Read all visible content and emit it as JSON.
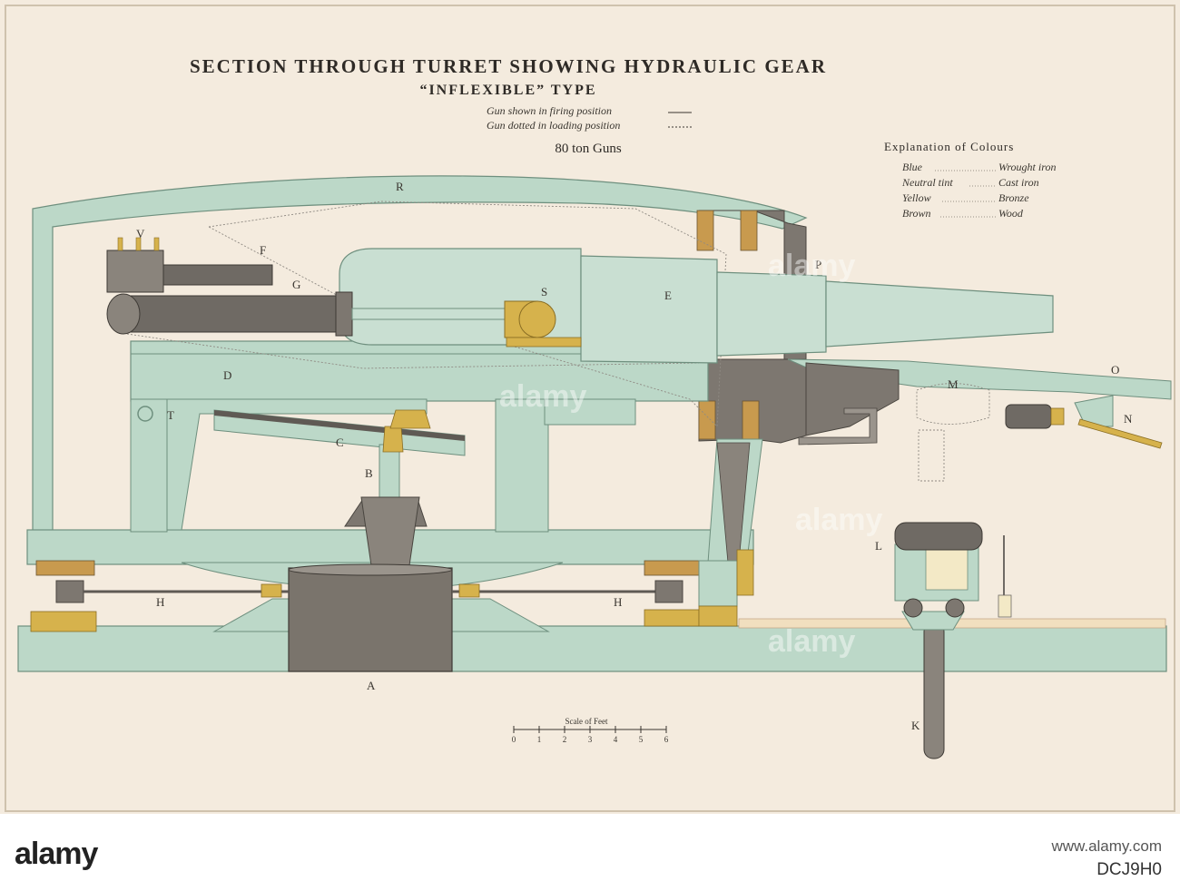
{
  "title": "SECTION THROUGH TURRET SHOWING HYDRAULIC GEAR",
  "subtitle": "“INFLEXIBLE” TYPE",
  "notes": [
    "Gun shown in firing position",
    "Gun dotted in loading position"
  ],
  "guns": "80 ton Guns",
  "legend": {
    "heading": "Explanation of Colours",
    "items": [
      {
        "name": "Blue",
        "material": "Wrought iron",
        "color": "#bcd8c8"
      },
      {
        "name": "Neutral tint",
        "material": "Cast iron",
        "color": "#7d7770"
      },
      {
        "name": "Yellow",
        "material": "Bronze",
        "color": "#d6b24c"
      },
      {
        "name": "Brown",
        "material": "Wood",
        "color": "#c89a4e"
      }
    ]
  },
  "labels": {
    "R": "R",
    "V": "V",
    "F": "F",
    "G": "G",
    "S": "S",
    "E": "E",
    "P": "P",
    "D": "D",
    "T": "T",
    "C": "C",
    "B": "B",
    "M": "M",
    "O": "O",
    "N": "N",
    "L": "L",
    "H1": "H",
    "H2": "H",
    "A": "A",
    "K": "K"
  },
  "scale": {
    "title": "Scale of Feet",
    "ticks": [
      "0",
      "1",
      "2",
      "3",
      "4",
      "5",
      "6"
    ]
  },
  "stock": {
    "logo": "alamy",
    "id": "DCJ9H0",
    "url": "www.alamy.com"
  }
}
